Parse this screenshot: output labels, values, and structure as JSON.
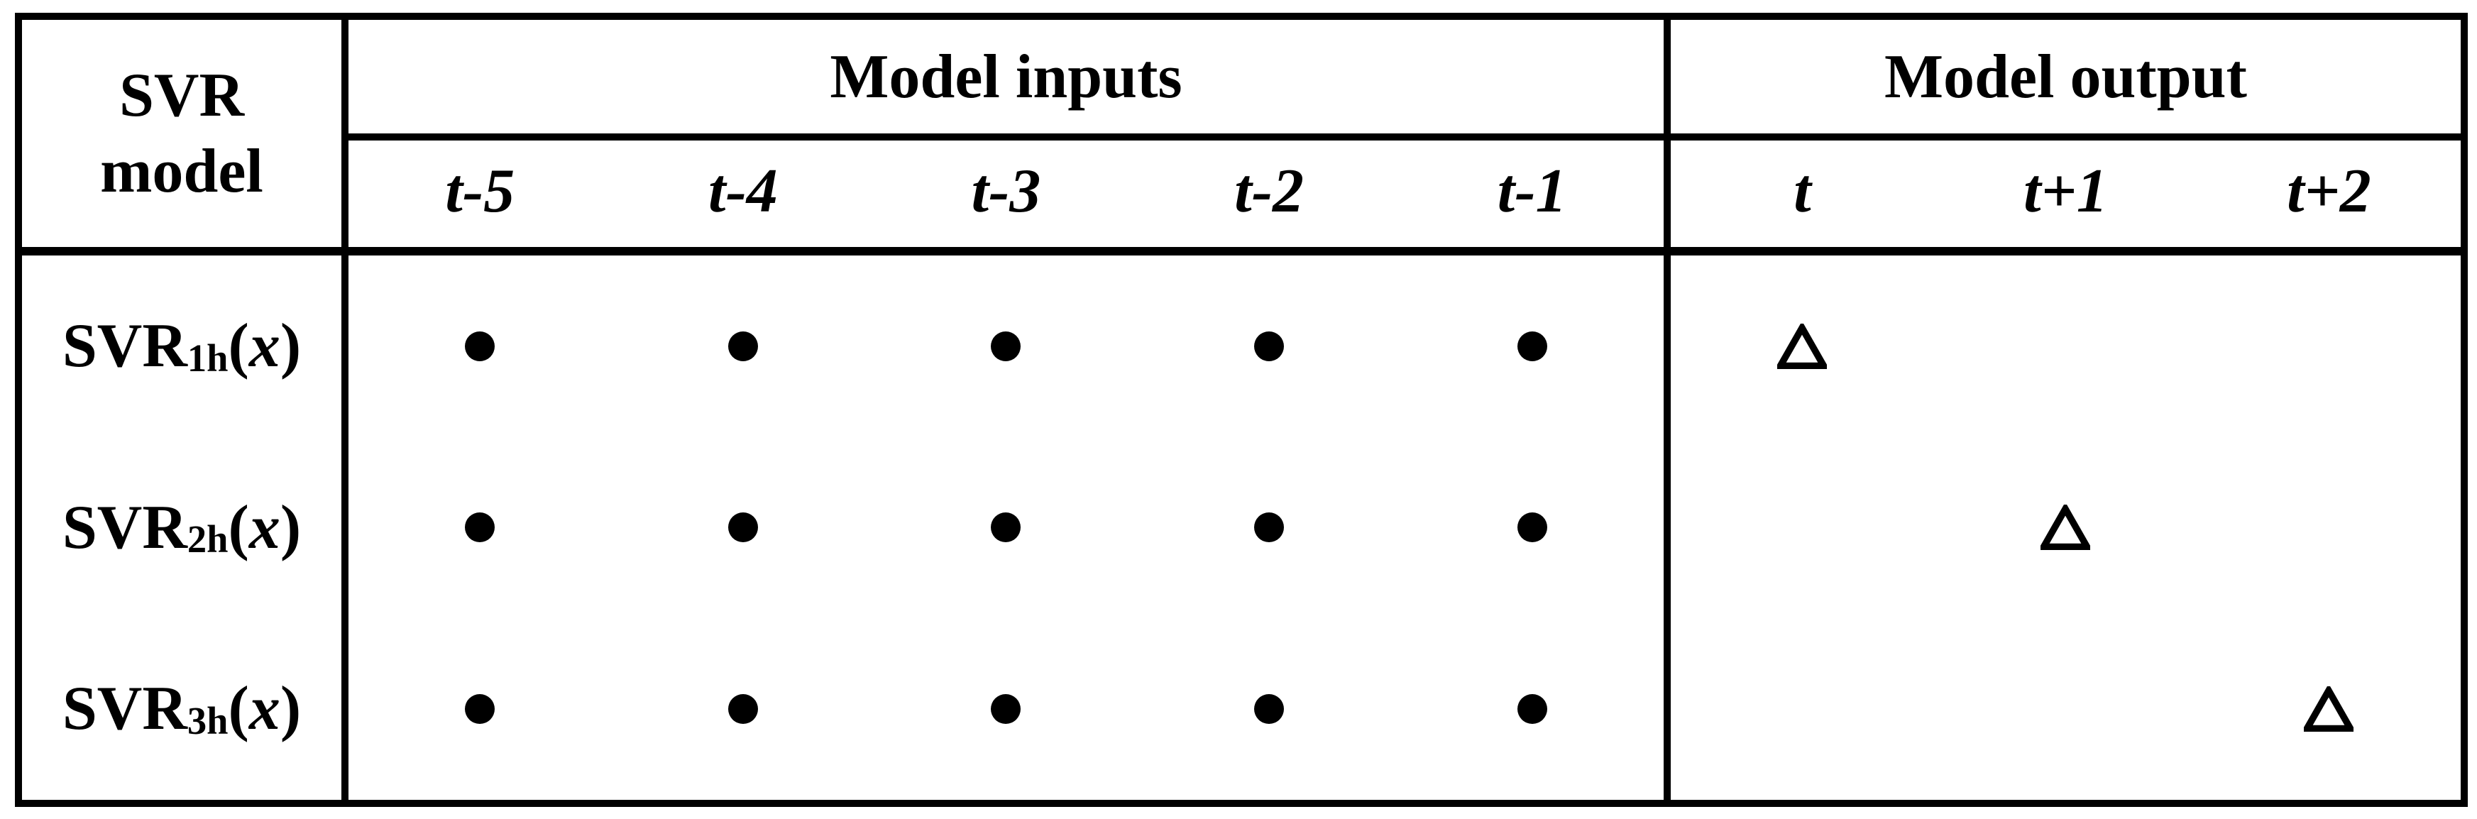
{
  "table": {
    "corner": {
      "line1": "SVR",
      "line2": "model"
    },
    "groups": [
      {
        "label": "Model inputs",
        "columns": [
          "t-5",
          "t-4",
          "t-3",
          "t-2",
          "t-1"
        ]
      },
      {
        "label": "Model output",
        "columns": [
          "t",
          "t+1",
          "t+2"
        ]
      }
    ],
    "rows": [
      {
        "model": {
          "base": "SVR",
          "sub": "1h",
          "open": "(",
          "var": "x",
          "close": ")"
        },
        "inputs": [
          "dot",
          "dot",
          "dot",
          "dot",
          "dot"
        ],
        "outputs": [
          "triangle",
          "",
          ""
        ]
      },
      {
        "model": {
          "base": "SVR",
          "sub": "2h",
          "open": "(",
          "var": "x",
          "close": ")"
        },
        "inputs": [
          "dot",
          "dot",
          "dot",
          "dot",
          "dot"
        ],
        "outputs": [
          "",
          "triangle",
          ""
        ]
      },
      {
        "model": {
          "base": "SVR",
          "sub": "3h",
          "open": "(",
          "var": "x",
          "close": ")"
        },
        "inputs": [
          "dot",
          "dot",
          "dot",
          "dot",
          "dot"
        ],
        "outputs": [
          "",
          "",
          "triangle"
        ]
      }
    ],
    "markers": {
      "dot": "filled-circle-marker",
      "triangle": "open-triangle-marker"
    },
    "colors": {
      "ink": "#000000",
      "paper": "#ffffff"
    }
  }
}
